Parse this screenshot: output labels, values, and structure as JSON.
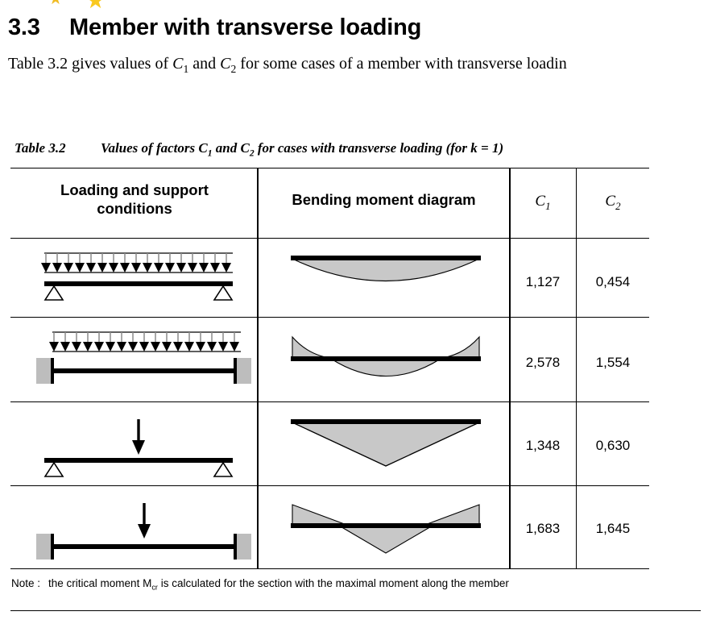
{
  "decor": {
    "star_glyph": "★",
    "star_color": "#f5c022",
    "count": 2
  },
  "heading": {
    "number": "3.3",
    "title": "Member with transverse loading"
  },
  "intro": {
    "before_c1": "Table 3.2 gives values of ",
    "c1": "C",
    "c1_sub": "1",
    "between": " and ",
    "c2": "C",
    "c2_sub": "2",
    "after": " for some cases of a member with transverse loadin"
  },
  "table": {
    "caption_label": "Table 3.2",
    "caption_text_1": "Values of factors ",
    "caption_c1": "C",
    "caption_c1_sub": "1",
    "caption_and": " and ",
    "caption_c2": "C",
    "caption_c2_sub": "2",
    "caption_text_2": " for cases with transverse loading (for k = 1)",
    "headers": {
      "col1_line1": "Loading and support",
      "col1_line2": "conditions",
      "col2": "Bending moment diagram",
      "col3": "C",
      "col3_sub": "1",
      "col4": "C",
      "col4_sub": "2"
    },
    "rows": [
      {
        "load": "uniformly-distributed-load",
        "support": "simply-supported",
        "bmd": "parabolic-sagging",
        "c1": "1,127",
        "c2": "0,454"
      },
      {
        "load": "uniformly-distributed-load",
        "support": "fixed-fixed",
        "bmd": "parabolic-with-end-hogging",
        "c1": "2,578",
        "c2": "1,554"
      },
      {
        "load": "central-point-load",
        "support": "simply-supported",
        "bmd": "triangular-sagging",
        "c1": "1,348",
        "c2": "0,630"
      },
      {
        "load": "central-point-load",
        "support": "fixed-fixed",
        "bmd": "triangular-with-end-hogging",
        "c1": "1,683",
        "c2": "1,645"
      }
    ]
  },
  "note": {
    "label": "Note :",
    "text_before": "the critical moment M",
    "subscript": "cr",
    "text_after": " is calculated for the section with the maximal moment along the member"
  },
  "colors": {
    "diagram_fill": "#c8c8c8",
    "support_block": "#bdbdbd",
    "beam": "#000000",
    "arrow_stem": "#8a8a8a"
  }
}
